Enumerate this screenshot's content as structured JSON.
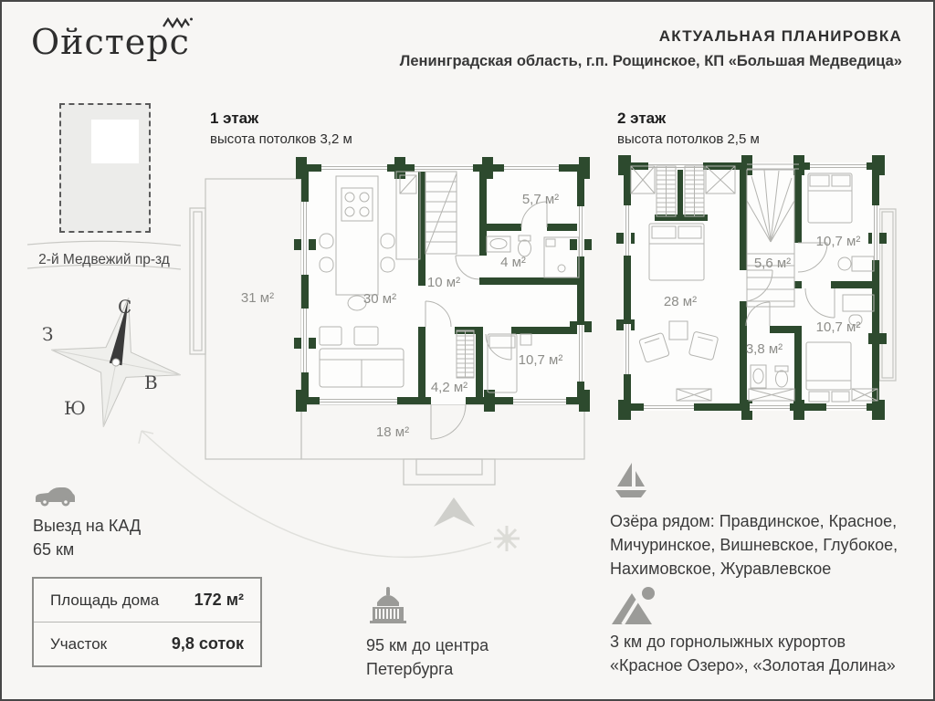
{
  "header": {
    "logo_text": "Ойстерс",
    "title": "АКТУАЛЬНАЯ ПЛАНИРОВКА",
    "subtitle": "Ленинградская область, г.п. Рощинское, КП «Большая Медведица»"
  },
  "site_plan": {
    "street_label": "2-й Медвежий пр-зд",
    "compass": {
      "north": "С",
      "west": "З",
      "east": "В",
      "south": "Ю"
    }
  },
  "floor1": {
    "title": "1 этаж",
    "ceiling": "высота потолков 3,2 м",
    "rooms": {
      "terrace_side": "31 м²",
      "kitchen_living": "30 м²",
      "hall": "10 м²",
      "study": "5,7 м²",
      "bathroom": "4 м²",
      "bedroom": "10,7 м²",
      "entry": "4,2 м²",
      "terrace_front": "18 м²"
    }
  },
  "floor2": {
    "title": "2 этаж",
    "ceiling": "высота потолков 2,5 м",
    "rooms": {
      "bedroom_large": "28 м²",
      "hall": "5,6 м²",
      "bedroom_right_top": "10,7 м²",
      "bathroom": "3,8 м²",
      "bedroom_right_bottom": "10,7 м²"
    }
  },
  "highlights": {
    "kad_line1": "Выезд на КАД",
    "kad_line2": "65 км",
    "city_line1": "95 км до центра",
    "city_line2": "Петербурга",
    "lakes": "Озёра рядом: Правдинское, Красное, Мичуринское, Вишневское, Глубокое, Нахимовское, Журавлевское",
    "ski": "3 км до горнолыжных курортов «Красное Озеро», «Золотая Долина»"
  },
  "summary_table": {
    "rows": [
      {
        "label": "Площадь дома",
        "value": "172 м²"
      },
      {
        "label": "Участок",
        "value": "9,8 соток"
      }
    ]
  },
  "colors": {
    "wall_green": "#2d4a2e",
    "icon_gray": "#9b9b98",
    "background": "#f7f6f4"
  }
}
